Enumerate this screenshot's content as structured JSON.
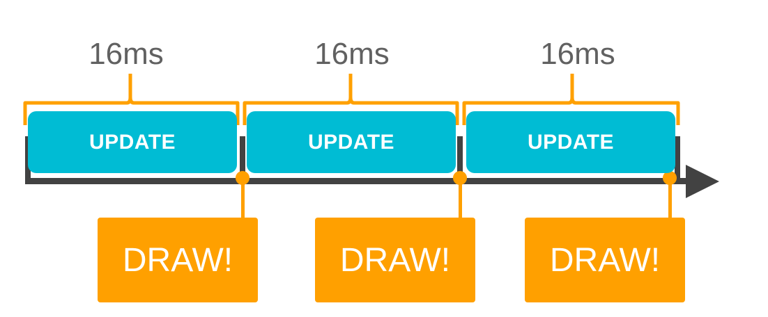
{
  "frames": [
    {
      "duration_label": "16ms",
      "update_label": "UPDATE",
      "draw_label": "DRAW!"
    },
    {
      "duration_label": "16ms",
      "update_label": "UPDATE",
      "draw_label": "DRAW!"
    },
    {
      "duration_label": "16ms",
      "update_label": "UPDATE",
      "draw_label": "DRAW!"
    }
  ],
  "colors": {
    "update": "#00bcd4",
    "draw": "#ffa000",
    "bracket": "#ffa000",
    "timeline": "#424242",
    "label": "#616161"
  },
  "icons": {
    "timeline_arrow": "arrow-right-icon",
    "frame_bracket": "brace-icon",
    "draw_marker": "circle-icon"
  }
}
